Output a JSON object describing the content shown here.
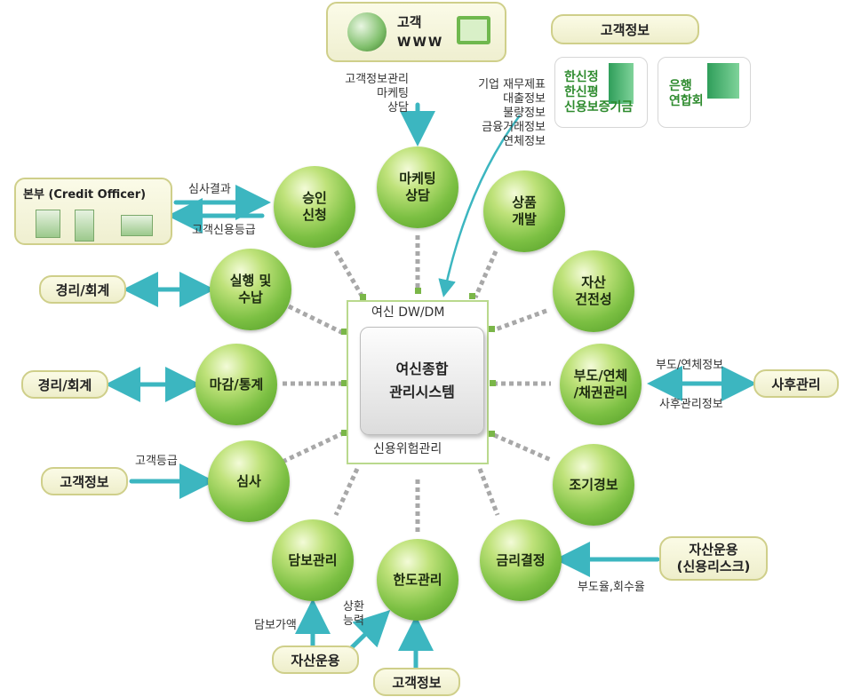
{
  "customer_panel": {
    "title": "고객",
    "subtitle": "WWW",
    "icons": [
      "globe-icon",
      "monitor-icon"
    ]
  },
  "customer_info_panel": {
    "title": "고객정보",
    "card1": "한신정\n한신평\n신용보증기금",
    "card2": "은행\n연합회",
    "icons": [
      "building-icon",
      "building-icon"
    ]
  },
  "hq_panel": {
    "title": "본부 (Credit Officer)",
    "icons": [
      "computer-icon",
      "computer-icon",
      "laptop-icon"
    ]
  },
  "center": {
    "top_label": "여신 DW/DM",
    "title": "여신종합\n관리시스템",
    "bottom_label": "신용위험관리"
  },
  "nodes": {
    "approval": "승인\n신청",
    "marketing": "마케팅\n상담",
    "product": "상품\n개발",
    "asset_soundness": "자산\n건전성",
    "execution": "실행 및\n수납",
    "closing": "마감/통계",
    "default_mgmt": "부도/연체\n/채권관리",
    "review": "심사",
    "early_warning": "조기경보",
    "collateral": "담보관리",
    "limit": "한도관리",
    "interest": "금리결정"
  },
  "external": {
    "accounting1": "경리/회계",
    "accounting2": "경리/회계",
    "customer_info_left": "고객정보",
    "aftercare": "사후관리",
    "asset_risk": "자산운용\n(신용리스크)",
    "asset_ops": "자산운용",
    "customer_info_bottom": "고객정보"
  },
  "labels": {
    "marketing_input": "고객정보관리\n마케팅\n상담",
    "corp_info": "기업  재무제표\n대출정보\n불량정보\n금융거래정보\n연체정보",
    "review_result": "심사결과",
    "credit_grade": "고객신용등급",
    "customer_grade": "고객등급",
    "default_info": "부도/연체정보",
    "aftercare_info": "사후관리정보",
    "default_rate": "부도율,회수율",
    "collateral_value": "담보가액",
    "repay_capacity": "상환\n능력"
  },
  "colors": {
    "node_green": "#7cc043",
    "arrow_teal": "#3cb6c0",
    "connector_grey": "#a8a8a8",
    "connector_green": "#7ab648",
    "panel_border": "#cfcf8a"
  }
}
